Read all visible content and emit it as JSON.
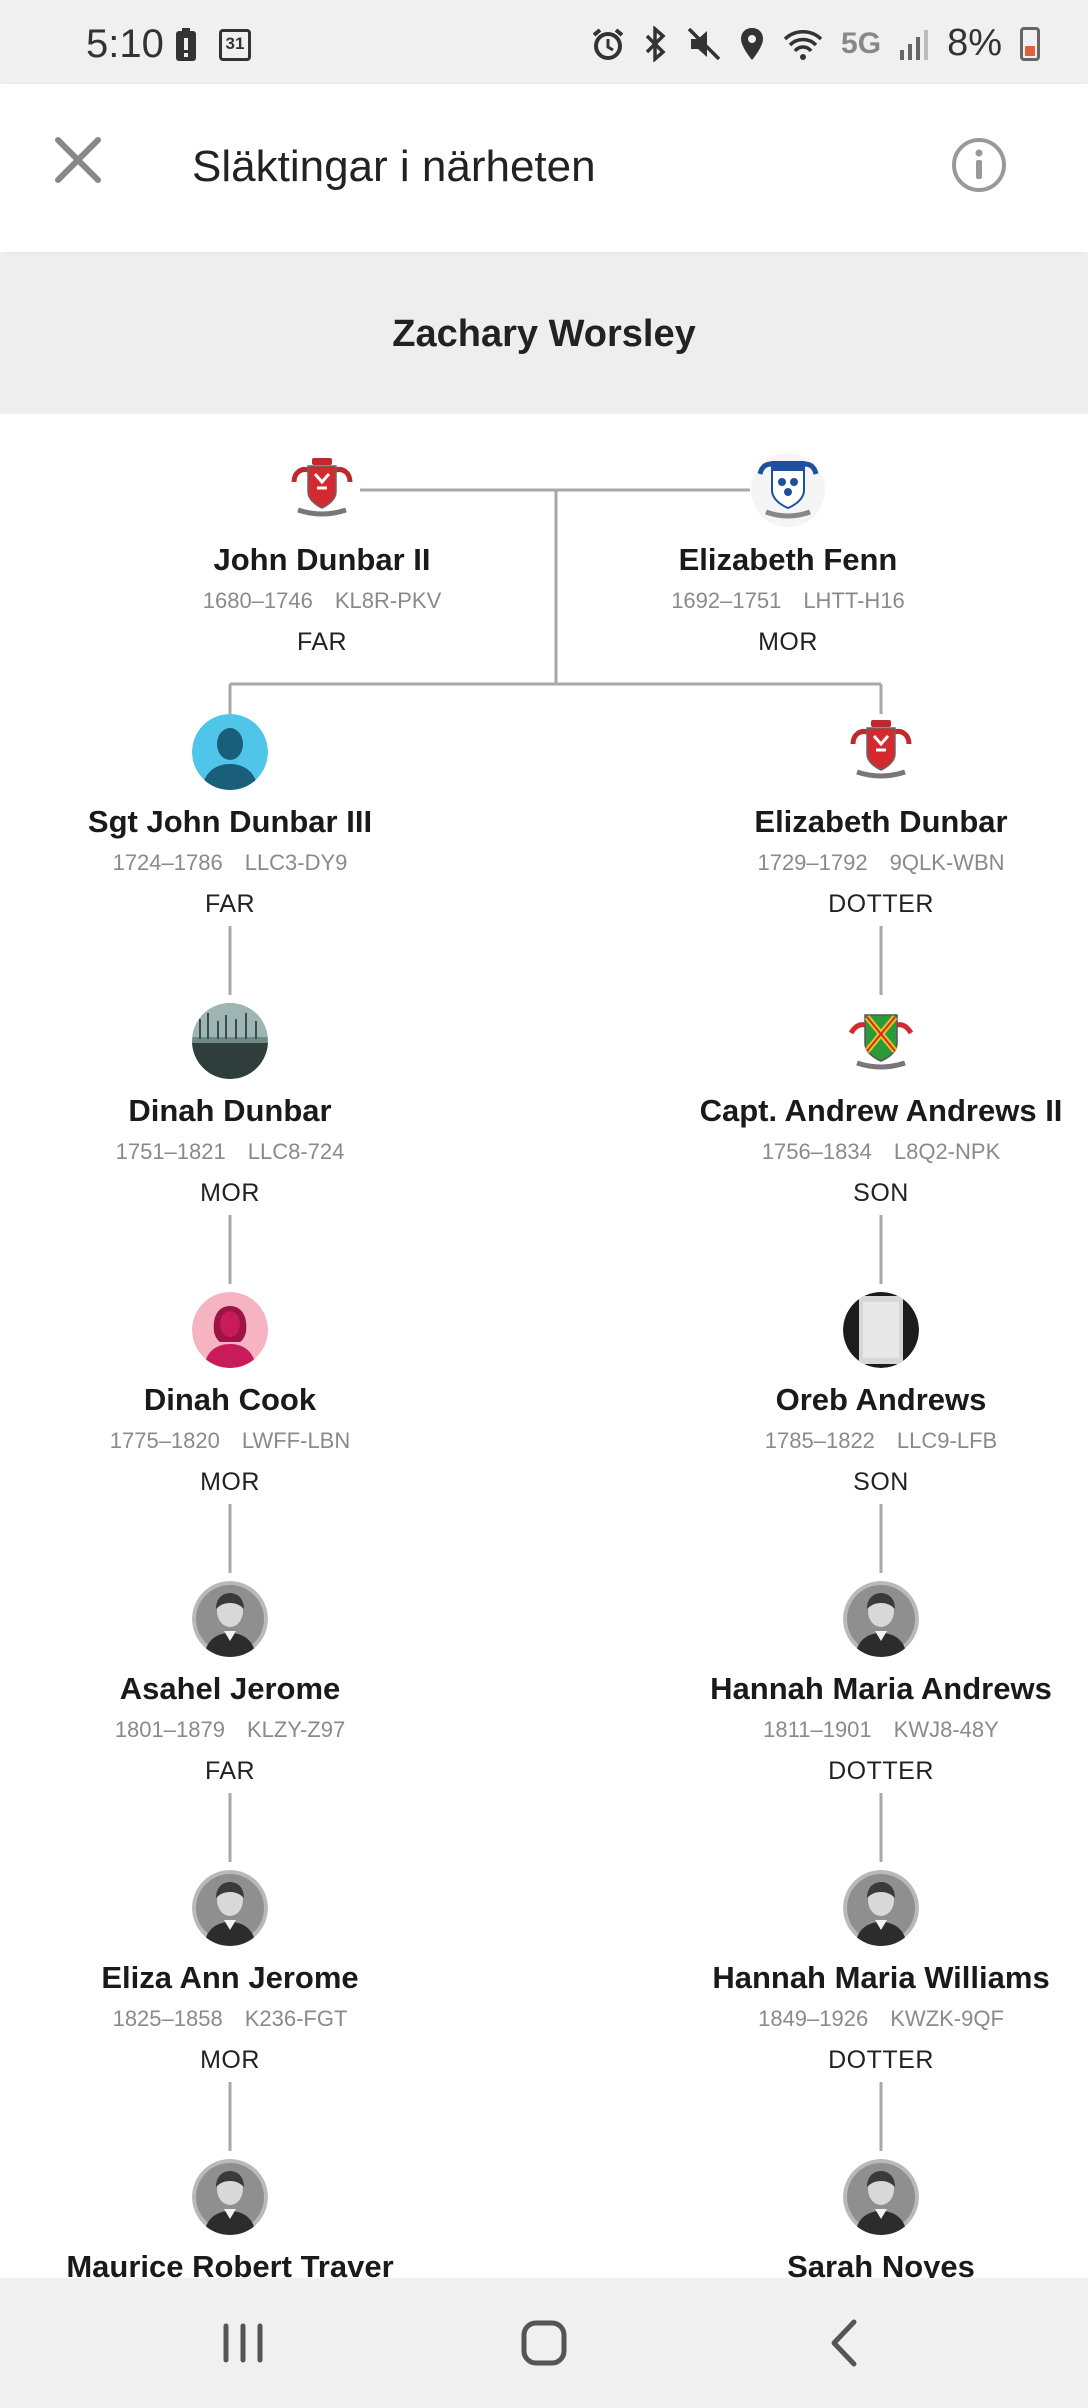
{
  "status_bar": {
    "time": "5:10",
    "calendar_day": "31",
    "network": "5G",
    "battery": "8%",
    "icons": [
      "battery-saver-icon",
      "calendar-icon",
      "alarm-icon",
      "bluetooth-icon",
      "mute-icon",
      "location-icon",
      "wifi-icon",
      "signal-icon",
      "battery-icon"
    ],
    "battery_color": "#e0603a"
  },
  "app_bar": {
    "title": "Släktingar i närheten",
    "close_icon": "close-icon",
    "info_icon": "info-icon"
  },
  "header": {
    "person_name": "Zachary Worsley"
  },
  "colors": {
    "line": "#a8a8a8",
    "header_bg": "#eeeeee"
  },
  "tree": {
    "top_couple": [
      {
        "name": "John Dunbar II",
        "years": "1680–1746",
        "id": "KL8R-PKV",
        "relation": "FAR",
        "avatar": "dunbar-crest"
      },
      {
        "name": "Elizabeth Fenn",
        "years": "1692–1751",
        "id": "LHTT-H16",
        "relation": "MOR",
        "avatar": "fenn-crest"
      }
    ],
    "left_branch": [
      {
        "name": "Sgt John Dunbar III",
        "years": "1724–1786",
        "id": "LLC3-DY9",
        "relation": "FAR",
        "avatar": "male-silhouette"
      },
      {
        "name": "Dinah Dunbar",
        "years": "1751–1821",
        "id": "LLC8-724",
        "relation": "MOR",
        "avatar": "landscape-photo"
      },
      {
        "name": "Dinah Cook",
        "years": "1775–1820",
        "id": "LWFF-LBN",
        "relation": "MOR",
        "avatar": "female-silhouette"
      },
      {
        "name": "Asahel Jerome",
        "years": "1801–1879",
        "id": "KLZY-Z97",
        "relation": "FAR",
        "avatar": "portrait-photo"
      },
      {
        "name": "Eliza Ann Jerome",
        "years": "1825–1858",
        "id": "K236-FGT",
        "relation": "MOR",
        "avatar": "portrait-photo"
      },
      {
        "name": "Maurice Robert Traver",
        "years": "",
        "id": "",
        "relation": "",
        "avatar": "portrait-photo"
      }
    ],
    "right_branch": [
      {
        "name": "Elizabeth Dunbar",
        "years": "1729–1792",
        "id": "9QLK-WBN",
        "relation": "DOTTER",
        "avatar": "dunbar-crest"
      },
      {
        "name": "Capt. Andrew Andrews II",
        "years": "1756–1834",
        "id": "L8Q2-NPK",
        "relation": "SON",
        "avatar": "andrews-crest"
      },
      {
        "name": "Oreb Andrews",
        "years": "1785–1822",
        "id": "LLC9-LFB",
        "relation": "SON",
        "avatar": "document-photo"
      },
      {
        "name": "Hannah Maria Andrews",
        "years": "1811–1901",
        "id": "KWJ8-48Y",
        "relation": "DOTTER",
        "avatar": "portrait-photo"
      },
      {
        "name": "Hannah Maria Williams",
        "years": "1849–1926",
        "id": "KWZK-9QF",
        "relation": "DOTTER",
        "avatar": "portrait-photo"
      },
      {
        "name": "Sarah Noyes",
        "years": "",
        "id": "",
        "relation": "",
        "avatar": "portrait-photo"
      }
    ]
  },
  "nav_bar": {
    "buttons": [
      "recents-button",
      "home-button",
      "back-button"
    ]
  }
}
